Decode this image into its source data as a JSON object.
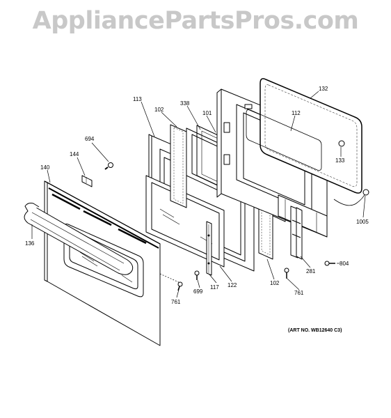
{
  "watermark": "AppliancePartsPros.com",
  "art_number": "(ART NO. WB12640 C3)",
  "callouts": [
    "113",
    "102",
    "338",
    "101",
    "132",
    "112",
    "694",
    "144",
    "140",
    "133",
    "136",
    "1005",
    "804",
    "281",
    "699",
    "117",
    "122",
    "102",
    "761",
    "761"
  ]
}
